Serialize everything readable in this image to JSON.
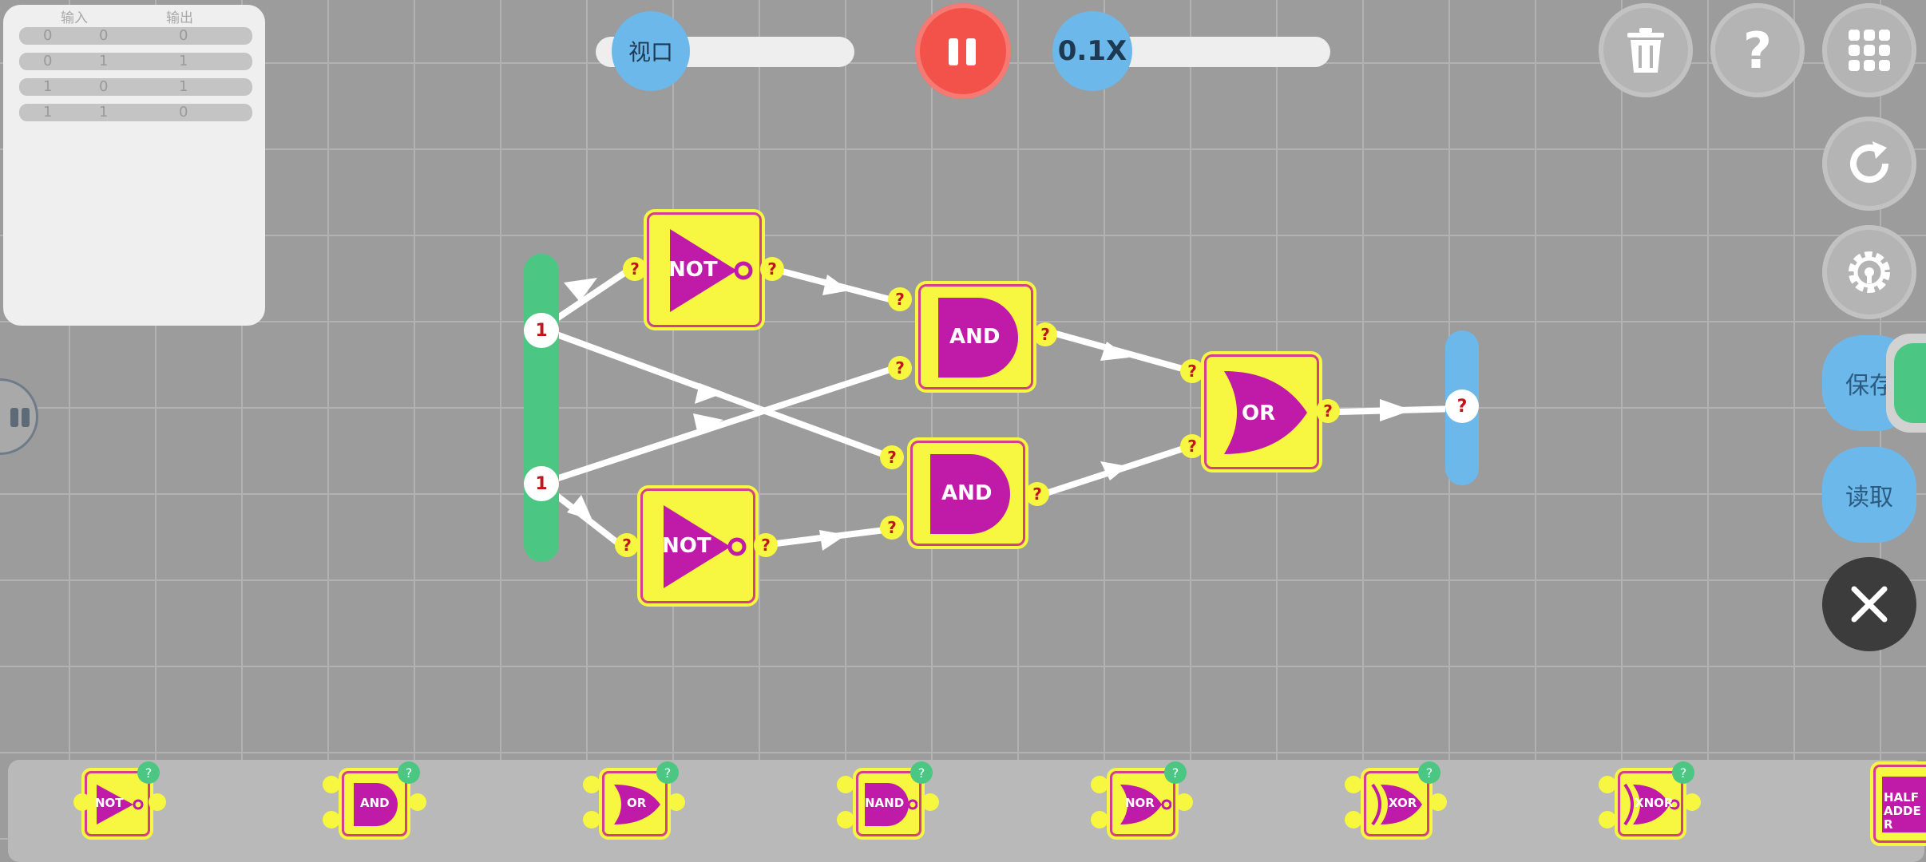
{
  "truth_table": {
    "header_input": "输入",
    "header_output": "输出",
    "rows": [
      [
        "0",
        "0",
        "0"
      ],
      [
        "0",
        "1",
        "1"
      ],
      [
        "1",
        "0",
        "1"
      ],
      [
        "1",
        "1",
        "0"
      ]
    ]
  },
  "top_bar": {
    "viewport_label": "视口",
    "speed_label": "0.1X"
  },
  "side_buttons": {
    "save_label": "保存",
    "load_label": "读取"
  },
  "circuit": {
    "input_a": "1",
    "input_b": "1",
    "output": "?",
    "port_unknown": "?",
    "gate_not_1": "NOT",
    "gate_not_2": "NOT",
    "gate_and_1": "AND",
    "gate_and_2": "AND",
    "gate_or": "OR"
  },
  "palette": {
    "items": [
      "NOT",
      "AND",
      "OR",
      "NAND",
      "NOR",
      "XOR",
      "XNOR",
      "HALF ADDER"
    ],
    "badge": "?"
  },
  "colors": {
    "input_bar": "#4cc783",
    "output_bar": "#6db8ea",
    "gate_fill": "#f7f741",
    "gate_symbol": "#c01aa8",
    "pause_button": "#f2524a",
    "unknown_text": "#c0161b"
  }
}
